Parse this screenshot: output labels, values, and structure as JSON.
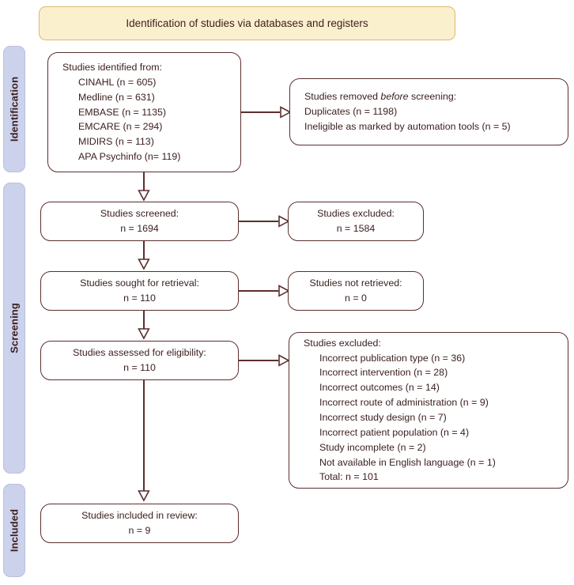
{
  "diagram": {
    "type": "prisma-flow-diagram",
    "title": "Identification of studies via databases and registers",
    "accent_colors": {
      "banner_fill": "#fbf0ce",
      "banner_border": "#dbb96a",
      "phase_bar_fill": "#ccd2ec",
      "phase_bar_border": "#b9c0e0",
      "node_border": "#5b2f2f",
      "node_fill": "#ffffff",
      "text": "#3d2020"
    }
  },
  "phases": [
    {
      "id": "identification",
      "label": "Identification"
    },
    {
      "id": "screening",
      "label": "Screening"
    },
    {
      "id": "included",
      "label": "Included"
    }
  ],
  "nodes": {
    "identified": {
      "heading": "Studies identified from:",
      "items": [
        "CINAHL (n = 605)",
        "Medline (n = 631)",
        "EMBASE (n = 1135)",
        "EMCARE (n = 294)",
        "MIDIRS (n = 113)",
        "APA Psychinfo (n= 119)"
      ]
    },
    "removed_before_screening": {
      "heading_pre": "Studies removed ",
      "heading_em": "before",
      "heading_post": " screening:",
      "items": [
        "Duplicates (n = 1198)",
        "Ineligible as marked by automation tools (n = 5)"
      ]
    },
    "screened": {
      "heading": "Studies screened:",
      "count": "n = 1694"
    },
    "excluded_screening": {
      "heading": "Studies excluded:",
      "count": "n = 1584"
    },
    "sought_retrieval": {
      "heading": "Studies sought for retrieval:",
      "count": "n = 110"
    },
    "not_retrieved": {
      "heading": "Studies not retrieved:",
      "count": "n = 0"
    },
    "assessed_eligibility": {
      "heading": "Studies assessed for eligibility:",
      "count": "n = 110"
    },
    "excluded_eligibility": {
      "heading": "Studies excluded:",
      "items": [
        "Incorrect publication type (n = 36)",
        "Incorrect intervention (n = 28)",
        "Incorrect outcomes (n = 14)",
        "Incorrect route of administration (n = 9)",
        "Incorrect study design (n = 7)",
        "Incorrect patient population (n = 4)",
        "Study incomplete (n = 2)",
        "Not available in English language (n = 1)",
        "Total: n = 101"
      ]
    },
    "included_review": {
      "heading": "Studies included in review:",
      "count": "n = 9"
    }
  }
}
